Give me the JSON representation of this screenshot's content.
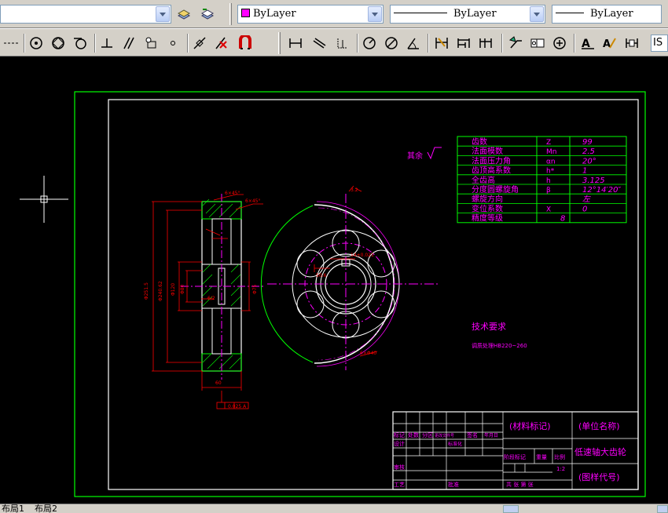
{
  "toolbar": {
    "layer_combo_value": "",
    "color_combo_value": "ByLayer",
    "linetype_combo_value": "ByLayer",
    "lineweight_combo_value": "ByLayer",
    "style_combo_value": "IS",
    "color_swatch": "#ff00ff"
  },
  "drawing": {
    "roughness_note": "其余",
    "params_table": [
      [
        "齿数",
        "Z",
        "99"
      ],
      [
        "法面模数",
        "Mn",
        "2.5"
      ],
      [
        "法面压力角",
        "αn",
        "20°"
      ],
      [
        "齿顶高系数",
        "h*",
        "1"
      ],
      [
        "全齿高",
        "h",
        "3.125"
      ],
      [
        "分度圆螺旋角",
        "β",
        "12°14′20″"
      ],
      [
        "螺旋方向",
        "",
        "左"
      ],
      [
        "变位系数",
        "X",
        "0"
      ],
      [
        "精度等级",
        "",
        "8"
      ]
    ],
    "tech_title": "技术要求",
    "tech_note": "调质处理HB220~260",
    "title_block": {
      "material": "(材料标记)",
      "unit": "(单位名称)",
      "part_name": "低速轴大齿轮",
      "drawing_code": "(图样代号)",
      "scale": "1:2",
      "row_labels": [
        "标记",
        "处数",
        "分区",
        "更改文件号",
        "签名",
        "年月日"
      ],
      "design": "设计",
      "std": "标准化",
      "review": "审核",
      "process": "工艺",
      "approve": "批准",
      "stage": "阶段标记",
      "weight": "重量",
      "ratio": "比例",
      "sheets": "共 张 第 张"
    }
  },
  "layout_tabs": [
    "布局1",
    "布局2"
  ]
}
